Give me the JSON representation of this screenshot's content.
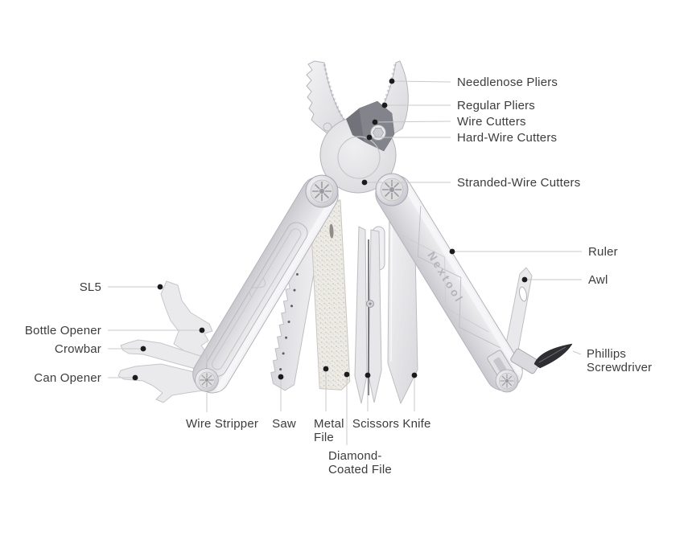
{
  "diagram": {
    "product_engraving": "Nextool",
    "callouts": {
      "needlenose_pliers": "Needlenose Pliers",
      "regular_pliers": "Regular Pliers",
      "wire_cutters": "Wire Cutters",
      "hard_wire_cutters": "Hard-Wire Cutters",
      "stranded_wire_cutters": "Stranded-Wire Cutters",
      "ruler": "Ruler",
      "awl": "Awl",
      "phillips_screwdriver": "Phillips\nScrewdriver",
      "sl5": "SL5",
      "bottle_opener": "Bottle Opener",
      "crowbar": "Crowbar",
      "can_opener": "Can Opener",
      "wire_stripper": "Wire Stripper",
      "saw": "Saw",
      "metal_file": "Metal\nFile",
      "scissors": "Scissors",
      "knife": "Knife",
      "diamond_coated_file": "Diamond-\nCoated File"
    },
    "colors": {
      "background": "#ffffff",
      "label_text": "#3c3c3e",
      "leader_line": "#c9c9c9",
      "callout_dot": "#1b1b1e",
      "metal_light": "#f2f2f4",
      "metal_dark": "#c9c9cf",
      "screwdriver_bit": "#2e2e33"
    }
  }
}
